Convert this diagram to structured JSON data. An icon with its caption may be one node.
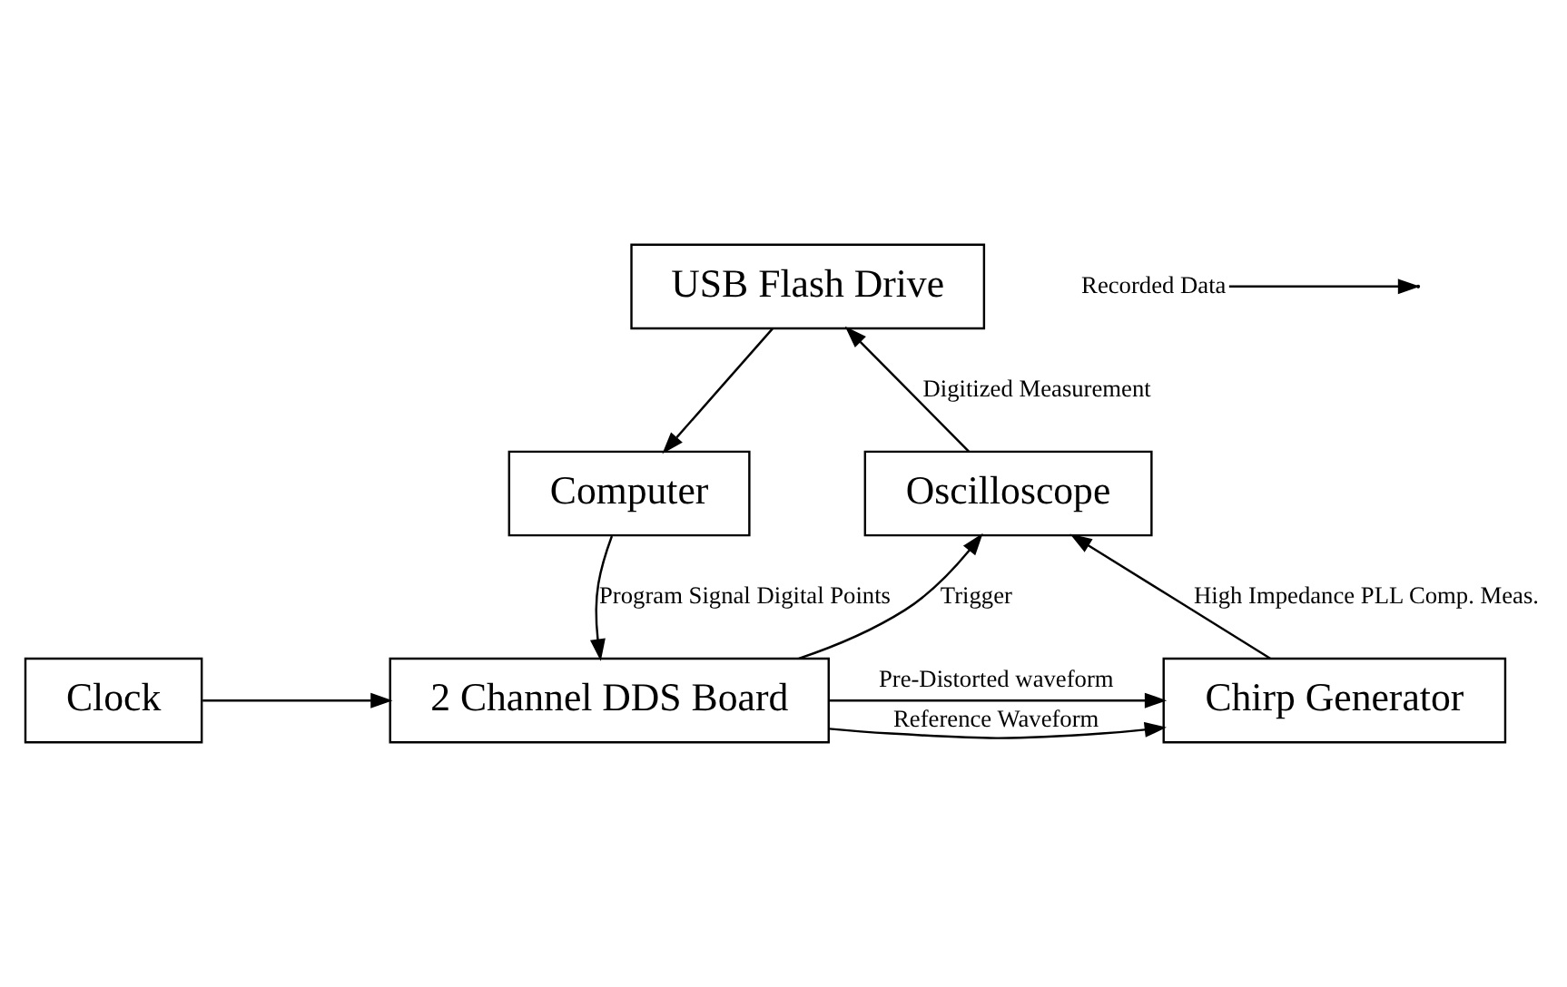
{
  "diagram": {
    "nodes": [
      {
        "text": [
          "USB Flash Drive"
        ]
      },
      {
        "text": [
          "Computer"
        ]
      },
      {
        "text": [
          "Oscilloscope"
        ]
      },
      {
        "text": [
          "Clock"
        ]
      },
      {
        "text": [
          "2 Channel DDS Board"
        ]
      },
      {
        "text": [
          "Chirp Generator"
        ]
      },
      {
        "text": [
          "Recorded Data"
        ]
      }
    ],
    "edges": [
      {
        "from": 2,
        "to": 0,
        "arrow": "to",
        "label": "Digitized Measurement"
      },
      {
        "from": 6,
        "to": null,
        "arrow": "to"
      },
      {
        "from": 0,
        "to": 1,
        "arrow": "to"
      },
      {
        "from": 1,
        "to": 4,
        "arrow": "to",
        "label": "Program Signal Digital Points"
      },
      {
        "from": 4,
        "to": 2,
        "arrow": "to",
        "label": "Trigger"
      },
      {
        "from": 3,
        "to": 4,
        "arrow": "to"
      },
      {
        "from": 4,
        "to": 5,
        "arrow": "to",
        "label": "Pre-Distorted waveform"
      },
      {
        "from": 4,
        "to": 5,
        "arrow": "to",
        "label": "Reference Waveform"
      },
      {
        "from": 5,
        "to": 2,
        "arrow": "to",
        "label": "High Impedance PLL Comp. Meas."
      }
    ]
  }
}
